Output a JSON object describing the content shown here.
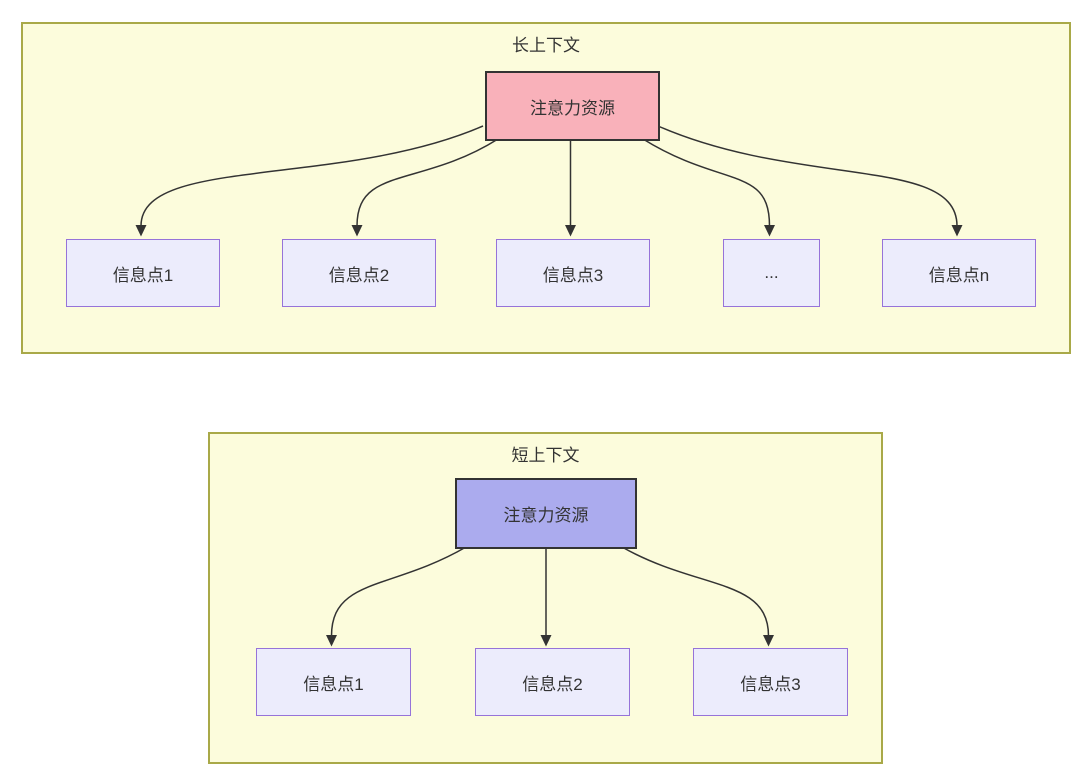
{
  "colors": {
    "container_fill": "#fcfcdc",
    "container_border": "#a9a948",
    "long_root_fill": "#f9b1ba",
    "short_root_fill": "#ababee",
    "node_fill": "#ececfc",
    "node_border": "#9673d9",
    "root_border": "#333333",
    "arrow": "#333333",
    "text": "#333333"
  },
  "long_context": {
    "title": "长上下文",
    "root": "注意力资源",
    "nodes": [
      "信息点1",
      "信息点2",
      "信息点3",
      "...",
      "信息点n"
    ]
  },
  "short_context": {
    "title": "短上下文",
    "root": "注意力资源",
    "nodes": [
      "信息点1",
      "信息点2",
      "信息点3"
    ]
  }
}
